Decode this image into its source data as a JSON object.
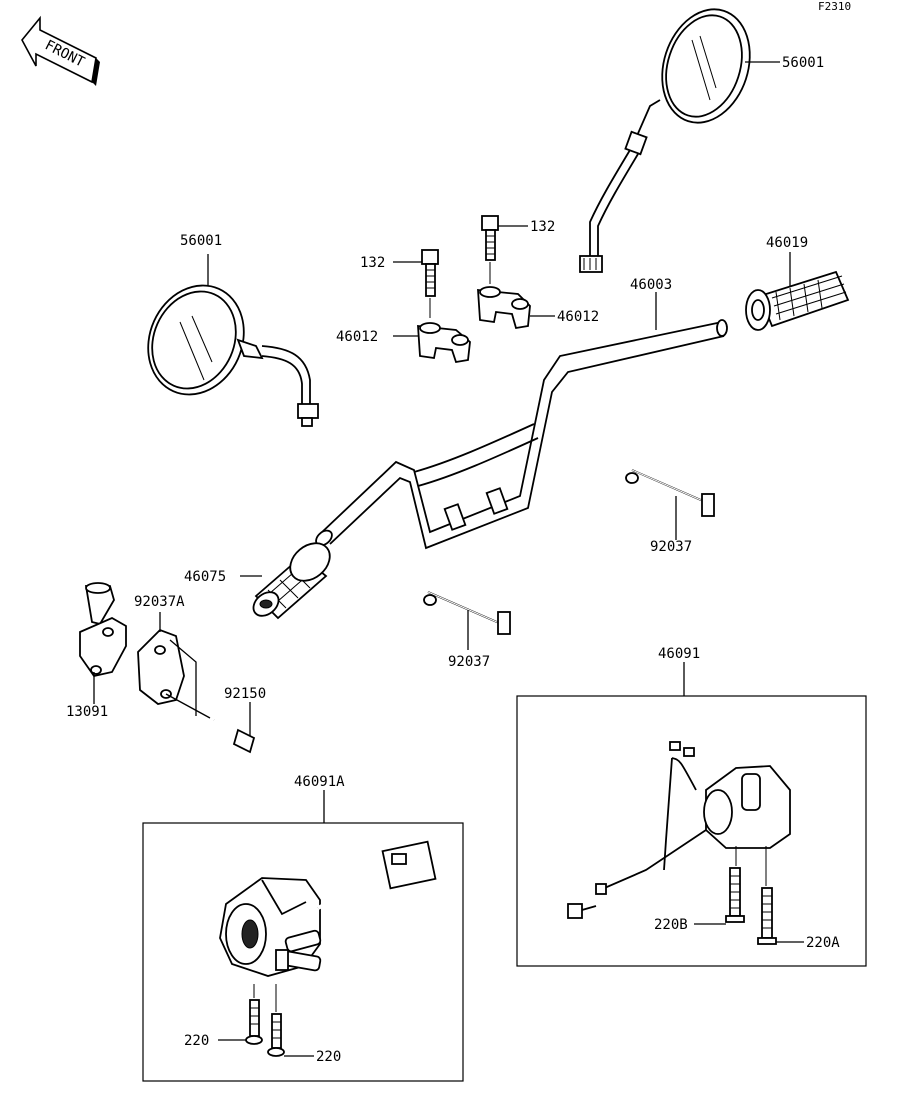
{
  "figure_code": "F2310",
  "front_arrow": "FRONT",
  "parts": {
    "mirror_right": "56001",
    "mirror_left": "56001",
    "bolt_left": "132",
    "bolt_right": "132",
    "holder_left": "46012",
    "holder_right": "46012",
    "handlebar": "46003",
    "grip_right": "46019",
    "grip_left": "46075",
    "cable_right": "92037",
    "cable_left": "92037",
    "switch_clamp": "92037A",
    "clamp_bolt": "92150",
    "lever_bracket": "13091",
    "switch_right_box": "46091",
    "switch_left_box": "46091A",
    "screw_220b": "220B",
    "screw_220a": "220A",
    "screw_220_1": "220",
    "screw_220_2": "220"
  }
}
